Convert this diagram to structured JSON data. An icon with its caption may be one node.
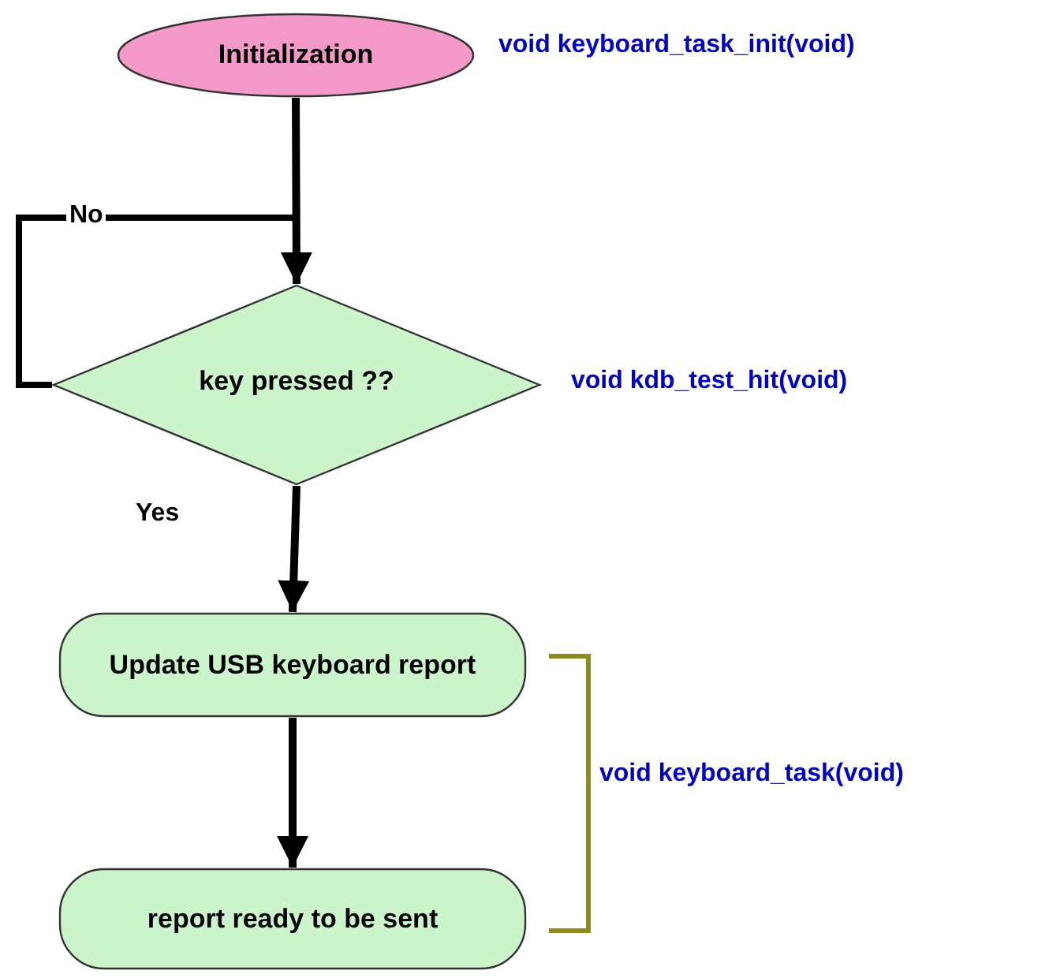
{
  "diagram": {
    "nodes": [
      {
        "text": [
          "Initialization"
        ],
        "beside": [
          "void keyboard_task_init(void)"
        ]
      },
      {
        "text": [
          "key pressed ??"
        ],
        "beside": [
          "void kdb_test_hit(void)"
        ]
      },
      {
        "text": [
          "Update USB keyboard report"
        ]
      },
      {
        "text": [
          "report ready to be sent"
        ]
      }
    ],
    "edges": [
      {
        "from": 0,
        "to": 1,
        "arrow": "to"
      },
      {
        "from": 1,
        "to": 1,
        "arrow": "to",
        "label": "No"
      },
      {
        "from": 1,
        "to": 2,
        "arrow": "to",
        "label": "Yes"
      },
      {
        "from": 2,
        "to": 3,
        "arrow": "to"
      }
    ],
    "labels": [
      "void keyboard_task(void)"
    ]
  }
}
